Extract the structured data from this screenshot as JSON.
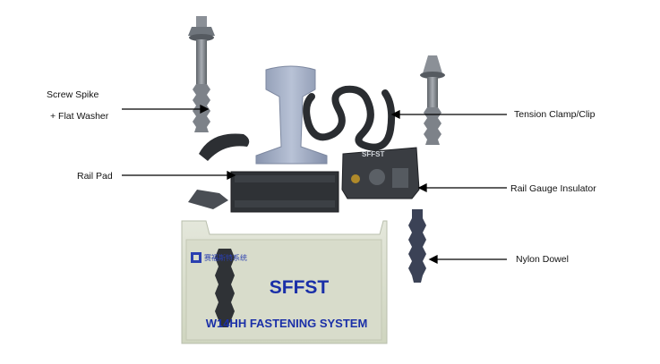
{
  "labels": {
    "screw_spike": "Screw Spike",
    "flat_washer": "+ Flat Washer",
    "rail_pad": "Rail Pad",
    "tension_clamp": "Tension Clamp/Clip",
    "rail_gauge_insulator": "Rail Gauge Insulator",
    "nylon_dowel": "Nylon Dowel"
  },
  "box": {
    "title": "SFFST",
    "subtitle": "W14HH FASTENING SYSTEM",
    "logo_text": "赛福斯特系统"
  },
  "insulator_mark": "SFFST",
  "colors": {
    "steel": "#7f858c",
    "rail": "#9aa6bf",
    "rubber": "#2c2f33",
    "sleeper": "#d7dcc9",
    "text_blue": "#1a2fa8"
  }
}
